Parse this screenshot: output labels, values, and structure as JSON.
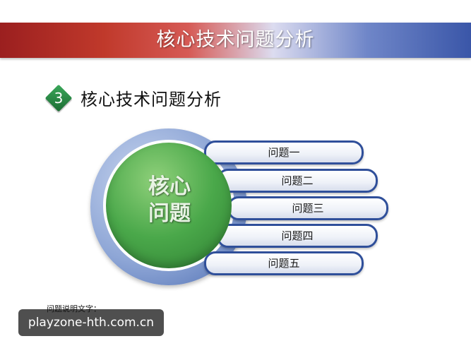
{
  "banner": {
    "title": "核心技术问题分析"
  },
  "section": {
    "number": "3",
    "title": "核心技术问题分析"
  },
  "core": {
    "line1": "核心",
    "line2": "问题"
  },
  "problems": [
    {
      "label": "问题一"
    },
    {
      "label": "问题二"
    },
    {
      "label": "问题三"
    },
    {
      "label": "问题四"
    },
    {
      "label": "问题五"
    }
  ],
  "note": "问题说明文字：",
  "watermark": "playzone-hth.com.cn",
  "colors": {
    "accent_red": "#c0392b",
    "accent_blue": "#2f4f9a",
    "core_green": "#4aa84a"
  }
}
